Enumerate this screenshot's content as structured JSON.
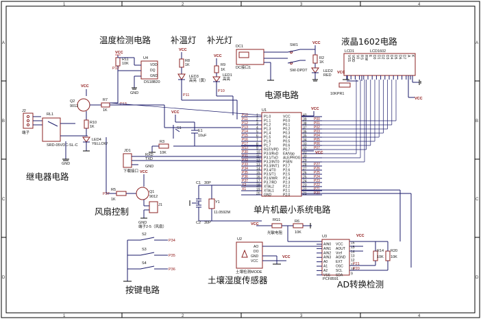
{
  "titles": {
    "temp": "温度检测电路",
    "heat": "补温灯",
    "light": "补光灯",
    "lcd": "液晶1602电路",
    "power": "电源电路",
    "relay": "继电器电路",
    "fan": "风扇控制",
    "mcu": "单片机最小系统电路",
    "keys": "按键电路",
    "soil": "土壤湿度传感器",
    "adc": "AD转换检测"
  },
  "frame": {
    "cols": [
      "1",
      "2",
      "3",
      "4"
    ],
    "rows": [
      "A",
      "B",
      "C",
      "D"
    ]
  },
  "parts": {
    "u4": "U4",
    "u4_name": "DS18B20",
    "u4_pins": [
      "VDD",
      "DQ",
      "GND"
    ],
    "r11": "R11",
    "r11_val": "10K",
    "r8": "R8",
    "r8_val": "1K",
    "r9": "R9",
    "r9_val": "1K",
    "led3": "LED3",
    "led3_desc": "高亮（黄）",
    "led1": "LED1",
    "led1_desc": "高亮",
    "dc1": "DC1",
    "dc1_desc": "DC接口1",
    "sw1": "SW1",
    "sw1_desc": "SW-DPDT",
    "r2": "R2",
    "r2_val": "1K",
    "led2": "LED2",
    "led2_desc": "RED",
    "lcd1": "LCD1",
    "lcd1_name": "LCD1602",
    "lcd_pins": [
      "VSS",
      "VDD",
      "V0",
      "RS",
      "RW",
      "E",
      "D0",
      "D1",
      "D2",
      "D3",
      "D4",
      "D5",
      "D6",
      "D7",
      "A",
      "K"
    ],
    "r1": "R1",
    "r1_val": "10K",
    "r1_label": "10KPR1",
    "j2": "J2",
    "j2_desc": "端子",
    "rl1": "RL1",
    "rl1_desc": "SRD-05VDC-SL-C",
    "q2": "Q2",
    "q2_name": "9012",
    "r7": "R7",
    "r7_val": "1K",
    "r10": "R10",
    "r10_val": "1K",
    "led4": "LED4",
    "led4_desc": "YELLOW",
    "u1": "U1",
    "mcu_left": [
      "P1.0",
      "P1.1",
      "P1.2",
      "P1.3",
      "P1.4",
      "P1.5",
      "P1.6",
      "P1.7",
      "RST/VPD",
      "P3.0/RxD",
      "P3.1/TxD",
      "P3.2/INT0",
      "P3.3/INT1",
      "P3.4/T0",
      "P3.5/T1",
      "P3.6/WR",
      "P3.7/RD",
      "XTAL2",
      "XTAL1",
      "GND"
    ],
    "mcu_left_nums": [
      "1",
      "2",
      "3",
      "4",
      "5",
      "6",
      "7",
      "8",
      "9",
      "10",
      "11",
      "12",
      "13",
      "14",
      "15",
      "16",
      "17",
      "18",
      "19",
      "20"
    ],
    "mcu_right": [
      "VCC",
      "P0.0",
      "P0.1",
      "P0.2",
      "P0.3",
      "P0.4",
      "P0.5",
      "P0.6",
      "P0.7",
      "EA/Vpp",
      "ALE/PROG",
      "PSEN",
      "P2.7",
      "P2.6",
      "P2.5",
      "P2.4",
      "P2.3",
      "P2.2",
      "P2.1",
      "P2.0"
    ],
    "mcu_right_nums": [
      "40",
      "39",
      "38",
      "37",
      "36",
      "35",
      "34",
      "33",
      "32",
      "31",
      "30",
      "29",
      "28",
      "27",
      "26",
      "25",
      "24",
      "23",
      "22",
      "21"
    ],
    "mcu_left_nets": [
      "P10",
      "P11",
      "P12",
      "P13",
      "P14",
      "P15",
      "P16",
      "P17",
      "RST",
      "P30",
      "P31",
      "P32",
      "P33",
      "P34",
      "P35",
      "P36",
      "P37",
      "X2",
      "X1",
      ""
    ],
    "mcu_right_nets": [
      "",
      "P00",
      "P01",
      "P02",
      "P03",
      "P04",
      "P05",
      "P06",
      "P07",
      "",
      "",
      "",
      "P27",
      "P26",
      "P25",
      "P24",
      "P23",
      "P22",
      "P21",
      "P20"
    ],
    "s1": "S1",
    "e1": "E1",
    "e1_val": "10uF",
    "r3": "R3",
    "r3_val": "10K",
    "jd1": "JD1",
    "jd1_desc": "下载接口",
    "jd1_pins": [
      "RXD",
      "TXD",
      "GND"
    ],
    "c1": "C1",
    "c1_val": "30P",
    "c2": "C2",
    "c2_val": "30P",
    "y1": "Y1",
    "y1_val": "11.0592M",
    "r5": "R5",
    "r5_val": "1K",
    "q1": "Q1",
    "q1_name": "9012",
    "j1": "J1",
    "j1_desc": "端子2-5（风扇）",
    "s2": "S2",
    "s3": "S3",
    "s4": "S4",
    "key_nets": [
      "P34",
      "P35",
      "P36"
    ],
    "u2": "U2",
    "u2_desc": "土壤检测MODE",
    "u2_pins": [
      "AO",
      "DO",
      "GND",
      "VCC"
    ],
    "rg1": "RG1",
    "rg1_desc": "光敏电阻",
    "r6": "R6",
    "r6_val": "10K",
    "u3": "U3",
    "u3_name": "PCF8591",
    "u3_left": [
      "AIN0",
      "AIN1",
      "AIN2",
      "AIN3",
      "A0",
      "A1",
      "A2",
      "VSS"
    ],
    "u3_right": [
      "VCC",
      "AOUT",
      "Vref",
      "AGND",
      "EXT",
      "OSC",
      "SCL",
      "SDA"
    ],
    "u3_right_nums": [
      "16",
      "15",
      "14",
      "13",
      "12",
      "11",
      "10",
      "9"
    ],
    "r14": "R14",
    "r14_val": "10K",
    "r20": "R20",
    "r20_val": "10K",
    "adc_nets": [
      "P21",
      "P20"
    ]
  },
  "nets": {
    "vcc": "VCC",
    "gnd": "GND",
    "p10": "P10",
    "p11": "P11",
    "p12": "P12",
    "p13": "P13",
    "p37": "P37"
  }
}
